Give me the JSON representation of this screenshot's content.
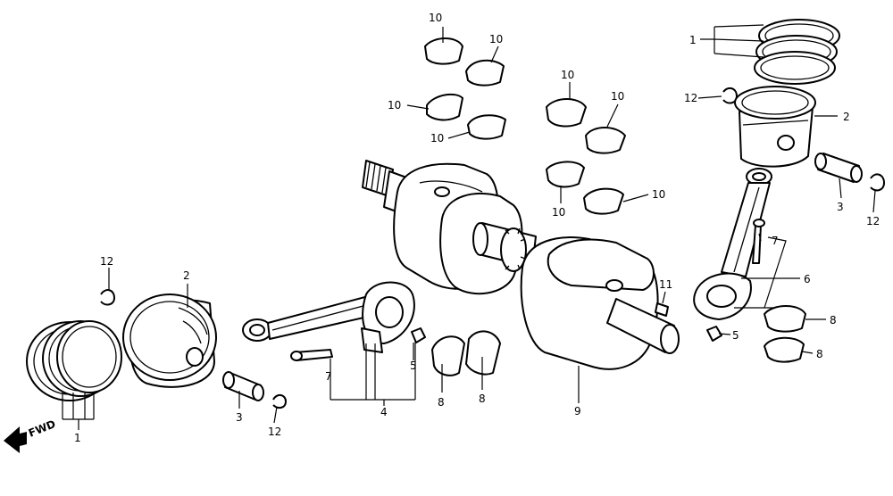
{
  "callouts": {
    "c1": "1",
    "c2": "2",
    "c3": "3",
    "c4": "4",
    "c5": "5",
    "c6": "6",
    "c7": "7",
    "c8": "8",
    "c9": "9",
    "c10": "10",
    "c11": "11",
    "c12": "12"
  },
  "direction_label": "FWD",
  "colors": {
    "ink": "#000000",
    "paper": "#ffffff"
  }
}
